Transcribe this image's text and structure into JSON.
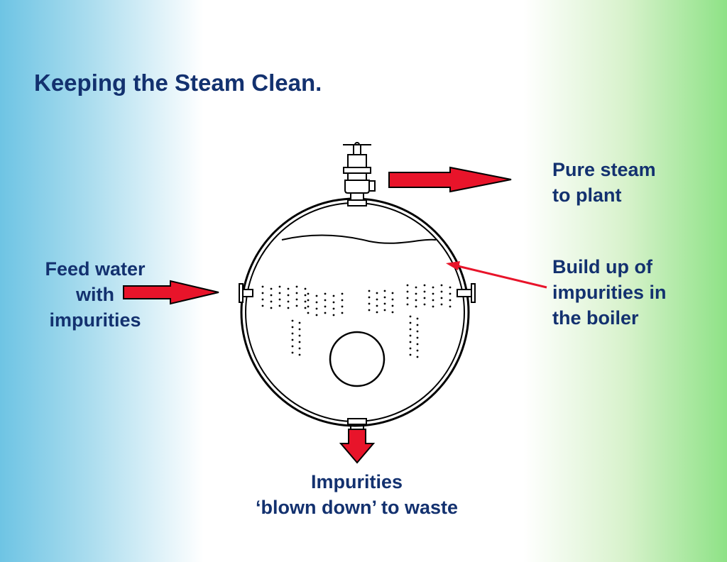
{
  "slide": {
    "title": "Keeping the Steam Clean."
  },
  "labels": {
    "feed_water": [
      "Feed water",
      "with",
      "impurities"
    ],
    "pure_steam": [
      "Pure steam",
      "to plant"
    ],
    "build_up": [
      "Build up of",
      "impurities in",
      "the boiler"
    ],
    "blown_down": [
      "Impurities",
      "‘blown down’ to waste"
    ]
  },
  "colors": {
    "text": "#13316f",
    "arrow_fill": "#e8142a",
    "outline": "#000000"
  },
  "icons": {
    "valve": "steam-valve-icon"
  }
}
